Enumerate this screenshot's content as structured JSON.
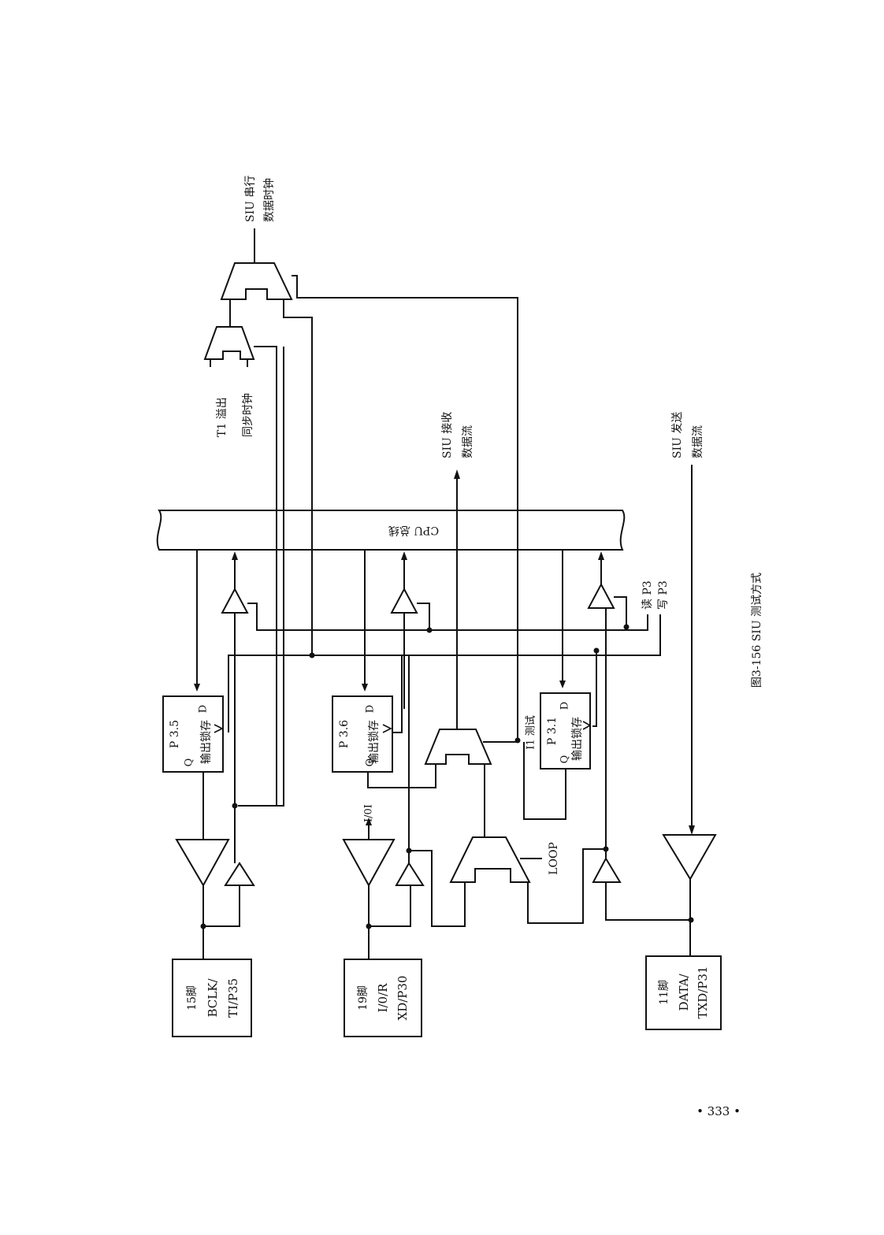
{
  "figure": {
    "caption": "图3-156   SIU 测试方式",
    "page_number": "• 333 •"
  },
  "labels": {
    "siu_clock_1": "SIU 串行",
    "siu_clock_2": "数据时钟",
    "t1_overflow": "T1 溢出",
    "sync_clock": "同步时钟",
    "siu_rx_1": "SIU 接收",
    "siu_rx_2": "数据流",
    "siu_tx_1": "SIU 发送",
    "siu_tx_2": "数据流",
    "cpu_bus": "CPU 总线",
    "read_p3": "读 P3",
    "write_p3": "写 P3",
    "loop": "LOOP",
    "io1": "I/0I",
    "i1_test": "I1 测试"
  },
  "latches": [
    {
      "name": "P 3.5",
      "body": "输出锁存",
      "q": "Q",
      "d": "D"
    },
    {
      "name": "P 3.6",
      "body": "输出锁存",
      "q": "Q",
      "d": "D"
    },
    {
      "name": "P 3.1",
      "body": "输出锁存",
      "q": "Q",
      "d": "D"
    }
  ],
  "pins": [
    {
      "line1": "15脚",
      "line2": "BCLK/",
      "line3": "TI/P35"
    },
    {
      "line1": "19脚",
      "line2": "I/0/R",
      "line3": "XD/P30"
    },
    {
      "line1": "11脚",
      "line2": "DATA/",
      "line3": "TXD/P31"
    }
  ]
}
